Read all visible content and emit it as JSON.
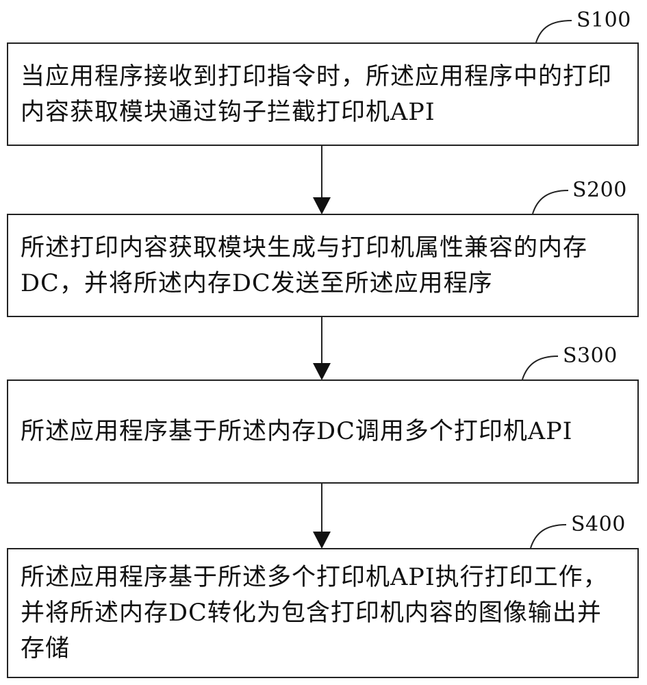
{
  "steps": [
    {
      "id": "S100",
      "text": "当应用程序接收到打印指令时，所述应用程序中的打印内容获取模块通过钩子拦截打印机API"
    },
    {
      "id": "S200",
      "text": "所述打印内容获取模块生成与打印机属性兼容的内存DC，并将所述内存DC发送至所述应用程序"
    },
    {
      "id": "S300",
      "text": "所述应用程序基于所述内存DC调用多个打印机API"
    },
    {
      "id": "S400",
      "text": "所述应用程序基于所述多个打印机API执行打印工作，并将所述内存DC转化为包含打印机内容的图像输出并存储"
    }
  ],
  "colors": {
    "line": "#222222",
    "text": "#111111",
    "background": "#ffffff"
  }
}
